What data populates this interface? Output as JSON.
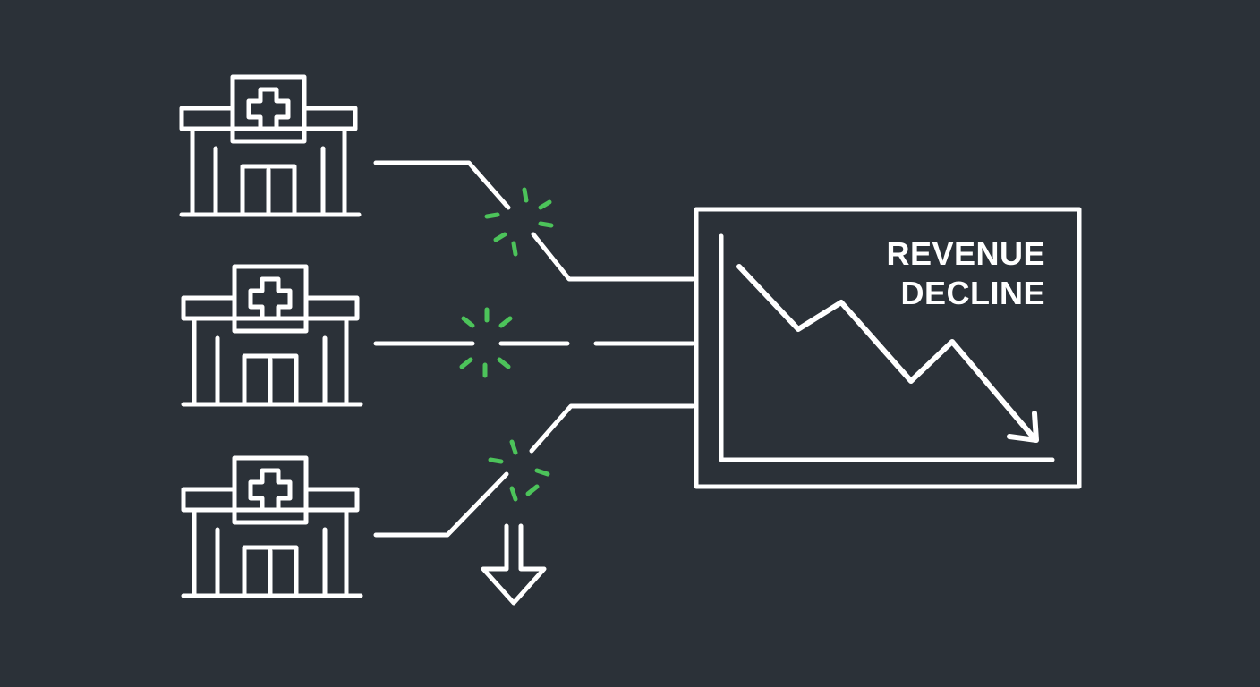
{
  "colors": {
    "background": "#2b3138",
    "line": "#ffffff",
    "break_spark": "#4cc35a"
  },
  "chart_box": {
    "title_lines": [
      "REVENUE",
      "DECLINE"
    ],
    "trend": "downward"
  },
  "nodes": [
    {
      "icon": "hospital-icon",
      "connection": "broken"
    },
    {
      "icon": "hospital-icon",
      "connection": "broken"
    },
    {
      "icon": "hospital-icon",
      "connection": "broken"
    }
  ],
  "indicators": {
    "bottom_down_arrow": "down-arrow-icon"
  }
}
